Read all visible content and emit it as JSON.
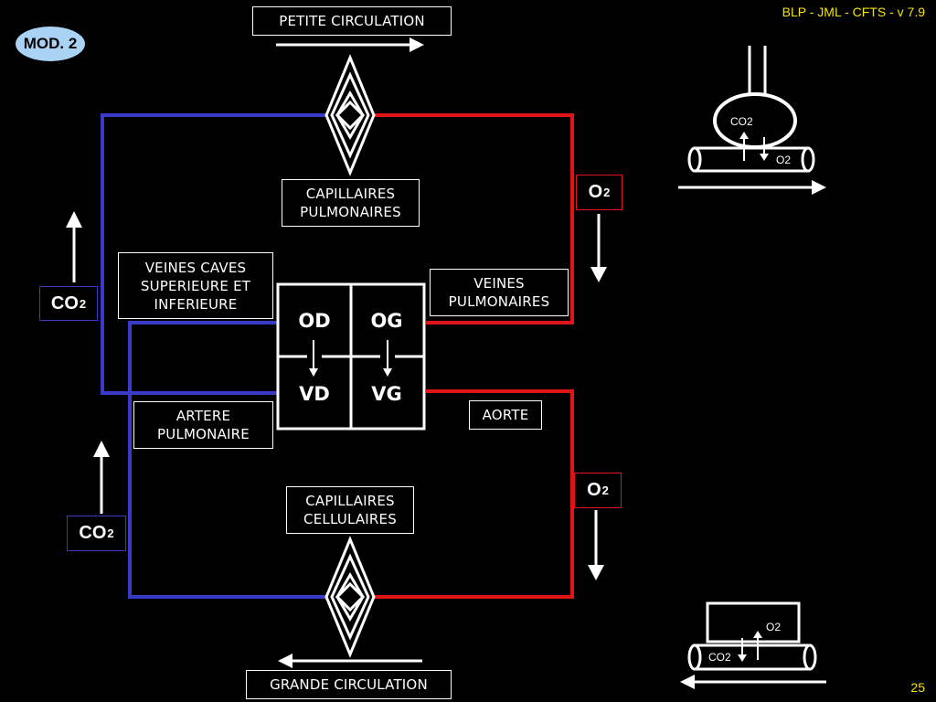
{
  "header": {
    "version": "BLP - JML - CFTS - v 7.9",
    "module": "MOD. 2",
    "page_number": "25"
  },
  "labels": {
    "petite_circulation": "PETITE CIRCULATION",
    "grande_circulation": "GRANDE CIRCULATION",
    "capillaires_pulmonaires": "CAPILLAIRES\nPULMONAIRES",
    "capillaires_cellulaires": "CAPILLAIRES\nCELLULAIRES",
    "veines_caves": "VEINES CAVES\nSUPERIEURE ET\nINFERIEURE",
    "veines_pulmonaires": "VEINES\nPULMONAIRES",
    "artere_pulmonaire": "ARTERE\nPULMONAIRE",
    "aorte": "AORTE"
  },
  "heart": {
    "od": "OD",
    "og": "OG",
    "vd": "VD",
    "vg": "VG"
  },
  "gases": {
    "o2_top": {
      "base": "O",
      "sub": "2"
    },
    "o2_bottom": {
      "base": "O",
      "sub": "2"
    },
    "co2_top": {
      "base": "CO",
      "sub": "2"
    },
    "co2_bottom": {
      "base": "CO",
      "sub": "2"
    }
  },
  "insets": {
    "alveole_co2": "CO2",
    "alveole_o2": "O2",
    "cellule_o2": "O2",
    "cellule_co2": "CO2"
  },
  "colors": {
    "oxygenated": "#e01414",
    "deoxygenated": "#3a3ac8",
    "accent": "#f5e400",
    "badge": "#a9d2f5"
  }
}
